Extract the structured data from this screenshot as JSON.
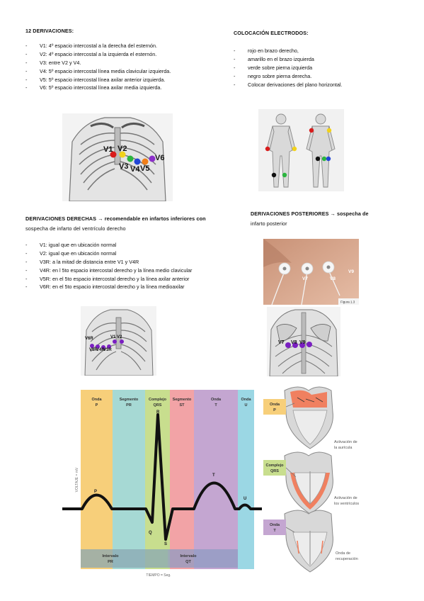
{
  "sec12": {
    "title": "12 DERIVACIONES:",
    "items": [
      "V1: 4º espacio intercostal a la derecha del esternón.",
      "V2: 4º espacio intercostal a la izquierda el esternón.",
      "V3: entre V2 y V4.",
      "V4: 5º espacio intercostal línea media clavicular izquierda.",
      "V5: 5º espacio intercostal línea axilar anterior izquierda.",
      "V6: 5º espacio intercostal línea axilar media izquierda."
    ],
    "figure_labels": [
      "V1",
      "V2",
      "V3",
      "V4",
      "V5",
      "V6"
    ]
  },
  "colocacion": {
    "title": "COLOCACIÓN ELECTRODOS:",
    "items": [
      "rojo en brazo derecho,",
      "amarillo en el brazo izquierda",
      "verde sobre pierna izquierda",
      "negro sobre pierna derecha.",
      "Colocar derivaciones del plano horizontal."
    ]
  },
  "derechas": {
    "title_a": "DERIVACIONES DERECHAS → recomendable en infartos inferiores con",
    "title_b": "sospecha de infarto del ventrículo derecho",
    "items": [
      "V1: igual que en ubicación normal",
      "V2: igual que en ubicación normal",
      "V3R: a la mitad de distancia entre V1 y V4R",
      "V4R: en l 5to espacio intercostal derecho y la línea medio clavicular",
      "V5R: en el 5to espacio intercostal derecho y la línea axilar anterior",
      "V6R: en el 5to espacio intercostal derecho y la línea medioaxilar"
    ],
    "figure_labels": [
      "V6R",
      "V2",
      "V1",
      "V5R",
      "V4R",
      "V3R"
    ]
  },
  "posteriores": {
    "title_a": "DERIVACIONES POSTERIORES → sospecha de",
    "title_b": "infarto posterior",
    "photo_labels": [
      "V7",
      "V8",
      "V9"
    ],
    "photo_caption": "Figura 1.3",
    "figure_labels": [
      "V7",
      "V8",
      "V9"
    ]
  },
  "ecg": {
    "bands": [
      {
        "l1": "Onda",
        "l2": "P",
        "color": "#f7cf7a"
      },
      {
        "l1": "Segmento",
        "l2": "PR",
        "color": "#a6d9d4"
      },
      {
        "l1": "Complejo",
        "l2": "QRS",
        "color": "#c8de8e"
      },
      {
        "l1": "Segmento",
        "l2": "ST",
        "color": "#f2a3a6"
      },
      {
        "l1": "Onda",
        "l2": "T",
        "color": "#c4a6d1"
      },
      {
        "l1": "Onda",
        "l2": "U",
        "color": "#9bd7e4"
      }
    ],
    "wave_labels": {
      "p": "P",
      "r": "R",
      "q": "Q",
      "s": "S",
      "t": "T",
      "u": "U"
    },
    "y_axis": "VOLTAJE = mV",
    "x_axis": "TIEMPO = Seg.",
    "interval_pr": {
      "l1": "Intervalo",
      "l2": "PR"
    },
    "interval_qt": {
      "l1": "Intervalo",
      "l2": "QT"
    }
  },
  "heart": {
    "panels": [
      {
        "tag_l1": "Onda",
        "tag_l2": "P",
        "tag_color": "#f7cf7a",
        "caption_l1": "Activación de",
        "caption_l2": "la aurícula"
      },
      {
        "tag_l1": "Complejo",
        "tag_l2": "QRS",
        "tag_color": "#c8de8e",
        "caption_l1": "Activación de",
        "caption_l2": "los ventrículos"
      },
      {
        "tag_l1": "Onda",
        "tag_l2": "T",
        "tag_color": "#c4a6d1",
        "caption_l1": "Onda de",
        "caption_l2": "recuperación"
      }
    ]
  }
}
